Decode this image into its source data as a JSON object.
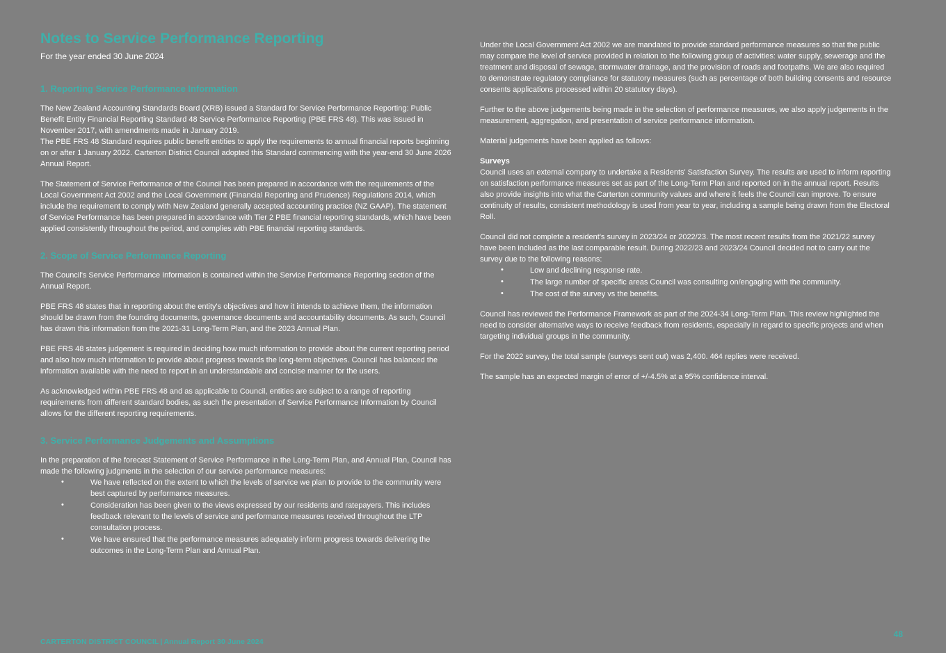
{
  "header": {
    "title": "Notes to Service Performance Reporting",
    "subtitle": "For the year ended 30 June 2024"
  },
  "left_column": {
    "sections": [
      {
        "heading": "1. Reporting Service Performance Information",
        "paragraphs": [
          "The New Zealand Accounting Standards Board (XRB) issued a Standard for Service Performance Reporting: Public Benefit Entity Financial Reporting Standard 48 Service Performance Reporting (PBE FRS 48). This was issued in November 2017, with amendments made in January 2019.",
          "The PBE FRS 48 Standard requires public benefit entities to apply the requirements to annual financial reports beginning on or after 1 January 2022. Carterton District Council adopted this Standard commencing with the year-end 30 June 2026 Annual Report.",
          "The Statement of Service Performance of the Council has been prepared in accordance with the requirements of the Local Government Act 2002 and the Local Government (Financial Reporting and Prudence) Regulations 2014, which include the requirement to comply with New Zealand generally accepted accounting practice (NZ GAAP). The statement of Service Performance has been prepared in accordance with Tier 2 PBE financial reporting standards, which have been applied consistently throughout the period, and complies with PBE financial reporting standards."
        ]
      },
      {
        "heading": "2. Scope of Service Performance Reporting",
        "paragraphs": [
          "The Council's Service Performance Information is contained within the Service Performance Reporting section of the Annual Report.",
          "PBE FRS 48 states that in reporting about the entity's objectives and how it intends to achieve them, the information should be drawn from the founding documents, governance documents and accountability documents. As such, Council has drawn this information from the 2021-31 Long-Term Plan, and the 2023 Annual Plan.",
          "PBE FRS 48 states judgement is required in deciding how much information to provide about the current reporting period and also how much information to provide about progress towards the long-term objectives. Council has balanced the information available with the need to report in an understandable and concise manner for the users.",
          "As acknowledged within PBE FRS 48 and as applicable to Council, entities are subject to a range of reporting requirements from different standard bodies, as such the presentation of Service Performance Information by Council allows for the different reporting requirements."
        ]
      },
      {
        "heading": "3. Service Performance Judgements and Assumptions",
        "paragraphs": [
          "In the preparation of the forecast Statement of Service Performance in the Long-Term Plan, and Annual Plan, Council has made the following judgments in the selection of our service performance measures:"
        ],
        "bullets": [
          "We have reflected on the extent to which the levels of service we plan to provide to the community were best captured by performance measures.",
          "Consideration has been given to the views expressed by our residents and ratepayers. This includes feedback relevant to the levels of service and performance measures received throughout the LTP consultation process.",
          "We have ensured that the performance measures adequately inform progress towards delivering the outcomes in the Long-Term Plan and Annual Plan."
        ]
      }
    ]
  },
  "right_column": {
    "paragraphs_top": [
      "Under the Local Government Act 2002 we are mandated to provide standard performance measures so that the public may compare the level of service provided in relation to the following group of activities: water supply, sewerage and the treatment and disposal of sewage, stormwater drainage, and the provision of roads and footpaths. We are also required to demonstrate regulatory compliance for statutory measures (such as percentage of both building consents and resource consents applications processed within 20 statutory days).",
      "Further to the above judgements being made in the selection of performance measures, we also apply judgements in the measurement, aggregation, and presentation of service performance information.",
      "Material judgements have been applied as follows:"
    ],
    "surveys": {
      "heading": "Surveys",
      "paragraph_1": "Council uses an external company to undertake a Residents' Satisfaction Survey. The results are used to inform reporting on satisfaction performance measures set as part of the Long-Term Plan and reported on in the annual report. Results also provide insights into what the Carterton community values and where it feels the Council can improve. To ensure continuity of results, consistent methodology is used from year to year, including a sample being drawn from the Electoral Roll.",
      "paragraph_2": "Council did not complete a resident's survey in 2023/24 or 2022/23. The most recent results from the 2021/22 survey have been included as the last comparable result. During 2022/23 and 2023/24 Council decided not to carry out the survey due to the following reasons:",
      "bullets": [
        "Low and declining response rate.",
        "The large number of specific areas Council was consulting on/engaging with the community.",
        "The cost of the survey vs the benefits."
      ],
      "paragraph_3": "Council has reviewed the Performance Framework as part of the 2024-34 Long-Term Plan. This review highlighted the need to consider alternative ways to receive feedback from residents, especially in regard to specific projects and when targeting individual groups in the community.",
      "paragraph_4": "For the 2022 survey, the total sample (surveys sent out) was 2,400. 464 replies were received.",
      "paragraph_5": "The sample has an expected margin of error of +/-4.5% at a 95% confidence interval."
    }
  },
  "footer": {
    "council": "CARTERTON DISTRICT COUNCIL",
    "separator": "|",
    "report": "Annual Report 30 June 2024",
    "page_number": "48"
  },
  "colors": {
    "background": "#808080",
    "accent_teal": "#3fb0aa",
    "body_text": "#ffffff"
  }
}
